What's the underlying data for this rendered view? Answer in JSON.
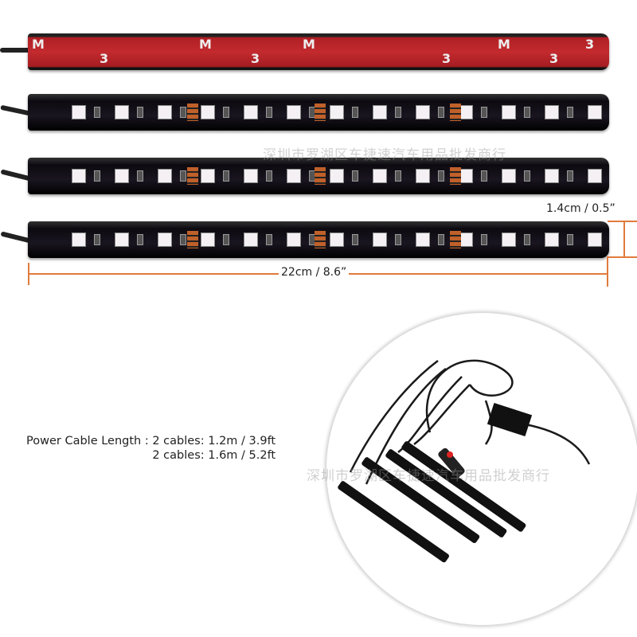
{
  "watermark": "深圳市罗湖区车捷速汽车用品批发商行",
  "dimensions": {
    "height_label": "1.4cm / 0.5”",
    "length_label": "22cm / 8.6”",
    "line_color": "#e07b3c"
  },
  "power_cable": {
    "line1": "Power Cable Length : 2 cables: 1.2m / 3.9ft",
    "line2": "2 cables: 1.6m / 5.2ft"
  },
  "backing_marks": [
    "M",
    "3",
    "M",
    "3",
    "M",
    "3",
    "M",
    "3",
    "3"
  ],
  "colors": {
    "backing": "#c22a2e",
    "strip": "#0c0a10"
  }
}
